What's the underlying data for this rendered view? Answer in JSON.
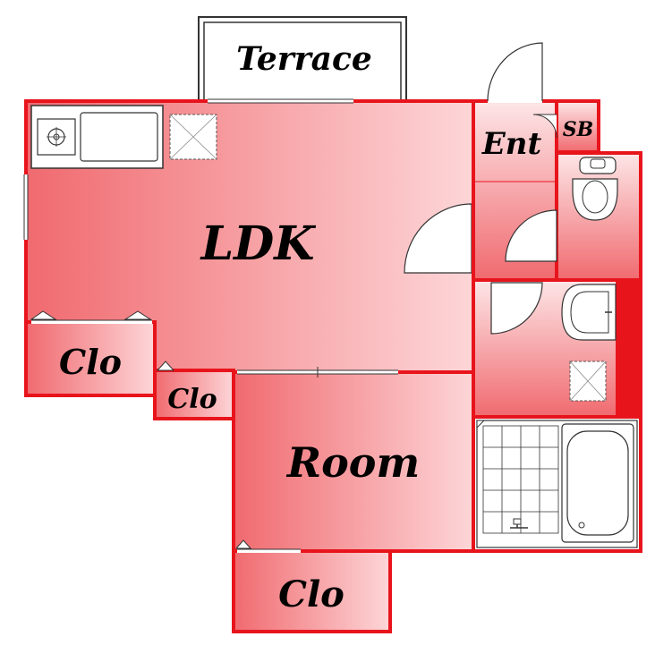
{
  "colors": {
    "wall": "#e8141c",
    "fill_dark": "#f06a6f",
    "fill_light": "#fdd6d8",
    "line": "#333333"
  },
  "rooms": {
    "terrace": "Terrace",
    "ldk": "LDK",
    "entrance": "Ent",
    "shoe_box": "SB",
    "closet_ldk": "Clo",
    "closet_small": "Clo",
    "room": "Room",
    "closet_room": "Clo"
  },
  "icons": [
    "gas-stove-icon",
    "sink-icon",
    "washer-space-icon",
    "toilet-icon",
    "washbasin-icon",
    "bathtub-icon",
    "shower-faucet-icon"
  ]
}
